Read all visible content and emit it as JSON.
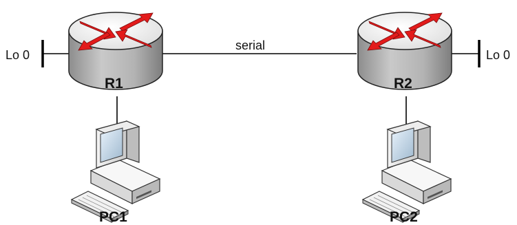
{
  "labels": {
    "r1_loopback": "Lo 0",
    "r2_loopback": "Lo 0",
    "link": "serial"
  },
  "devices": {
    "r1": {
      "name": "R1"
    },
    "r2": {
      "name": "R2"
    },
    "pc1": {
      "name": "PC1"
    },
    "pc2": {
      "name": "PC2"
    }
  },
  "colors": {
    "router_top": "#f2f2f2",
    "router_side": "#a9a9a9",
    "arrow": "#e31b1b",
    "line": "#000000"
  }
}
